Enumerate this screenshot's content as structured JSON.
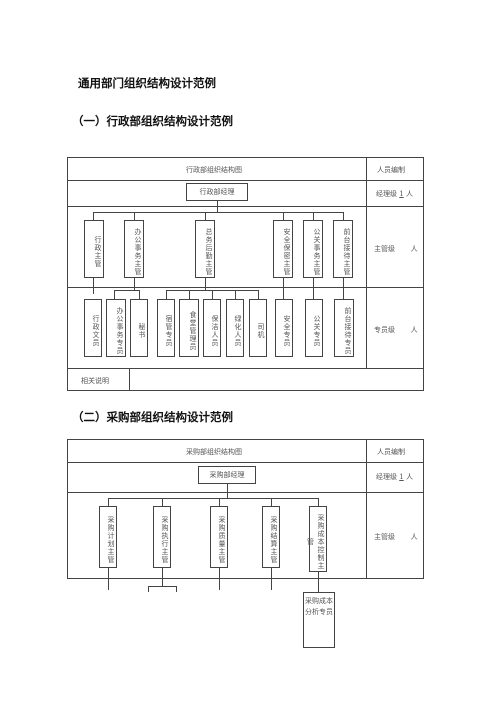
{
  "page_title": "通用部门组织结构设计范例",
  "section1": {
    "heading": "（一）行政部组织结构设计范例",
    "chart_header": "行政部组织结构图",
    "staff_header": "人员编制",
    "manager": "行政部经理",
    "manager_staff_prefix": "经理级",
    "manager_staff_count": "1",
    "manager_staff_suffix": "人",
    "supervisors": [
      "行政主管",
      "办公事务主管",
      "总务后勤主管",
      "安全保密主管",
      "公关事务主管",
      "前台接待主管"
    ],
    "supervisor_staff_prefix": "主管级",
    "supervisor_staff_suffix": "人",
    "specialists": [
      "行政文员",
      "办公事务专员",
      "秘书",
      "宿管专员",
      "食堂管理员",
      "保洁人员",
      "绿化人员",
      "司机",
      "安全专员",
      "公关专员",
      "前台接待专员"
    ],
    "specialist_staff_prefix": "专员级",
    "specialist_staff_suffix": "人",
    "notes_label": "相关说明"
  },
  "section2": {
    "heading": "（二）采购部组织结构设计范例",
    "chart_header": "采购部组织结构图",
    "staff_header": "人员编制",
    "manager": "采购部经理",
    "manager_staff_prefix": "经理级",
    "manager_staff_count": "1",
    "manager_staff_suffix": "人",
    "supervisors": [
      "采购计划主管",
      "采购执行主管",
      "采购质量主管",
      "采购结算主管",
      "采购成本控制主管"
    ],
    "supervisor_staff_prefix": "主管级",
    "supervisor_staff_suffix": "人",
    "specialist_partial": "采购成本分析专员"
  }
}
